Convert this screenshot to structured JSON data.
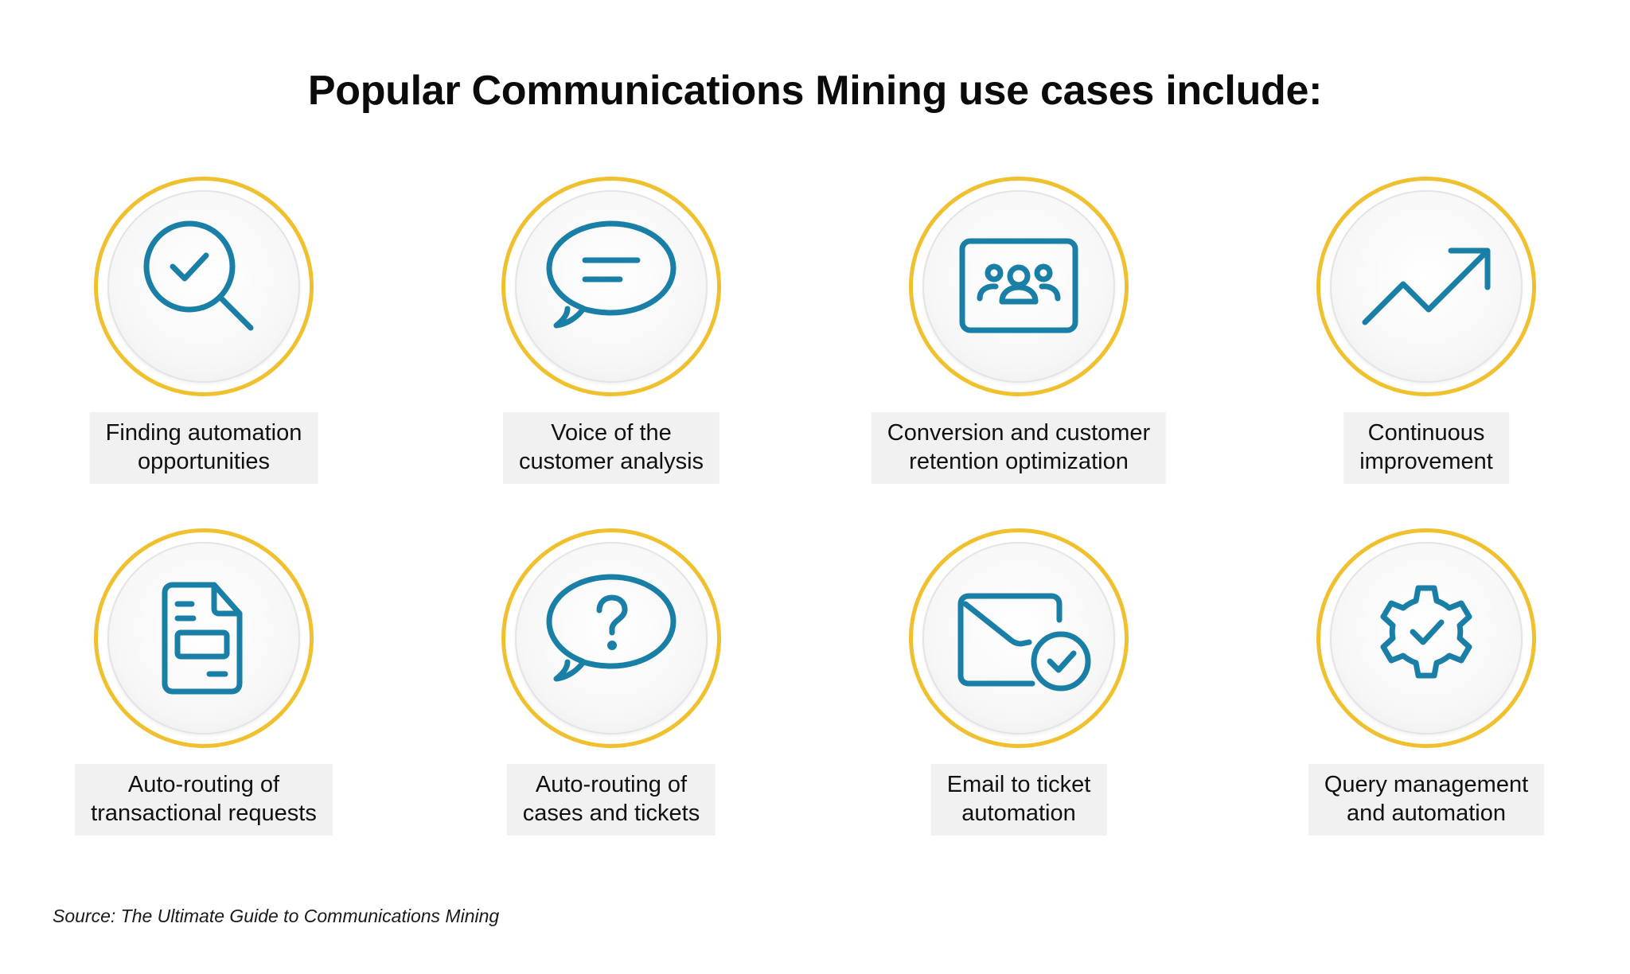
{
  "title": "Popular Communications Mining use cases include:",
  "accent_color": "#f0c02f",
  "icon_color": "#1a7fa6",
  "label_bg": "#f1f1f1",
  "use_cases": [
    {
      "icon": "magnifier-check-icon",
      "line1": "Finding automation",
      "line2": "opportunities"
    },
    {
      "icon": "speech-bubble-icon",
      "line1": "Voice of the",
      "line2": "customer analysis"
    },
    {
      "icon": "group-screen-icon",
      "line1": "Conversion and customer",
      "line2": "retention optimization"
    },
    {
      "icon": "trend-up-arrow-icon",
      "line1": "Continuous",
      "line2": "improvement"
    },
    {
      "icon": "document-icon",
      "line1": "Auto-routing of",
      "line2": "transactional requests"
    },
    {
      "icon": "question-bubble-icon",
      "line1": "Auto-routing of",
      "line2": "cases and tickets"
    },
    {
      "icon": "envelope-check-icon",
      "line1": "Email to ticket",
      "line2": "automation"
    },
    {
      "icon": "gear-check-icon",
      "line1": "Query management",
      "line2": "and automation"
    }
  ],
  "source": "Source: The Ultimate Guide to Communications Mining"
}
